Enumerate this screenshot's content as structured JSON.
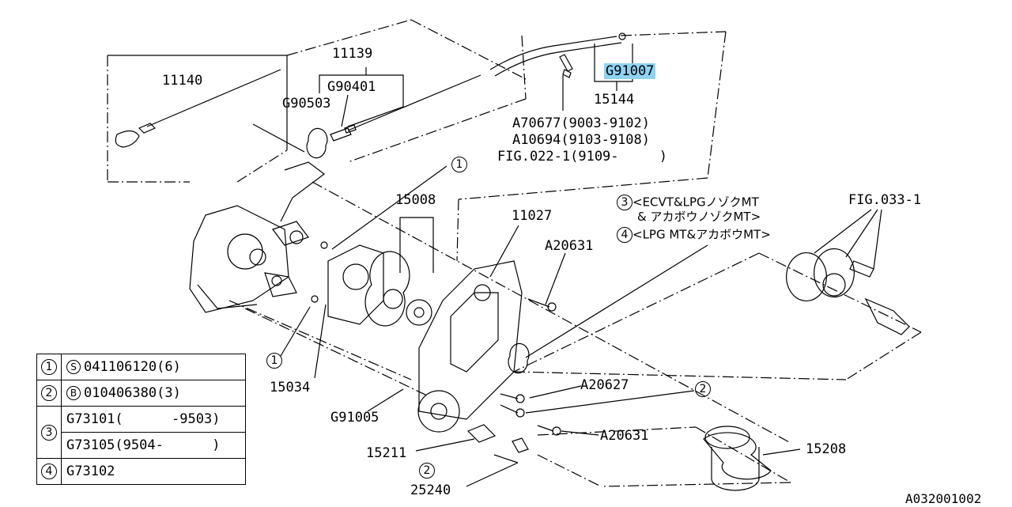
{
  "parts": {
    "p11140": "11140",
    "p11139": "11139",
    "pG90401": "G90401",
    "pG90503": "G90503",
    "pG91007": "G91007",
    "p15144": "15144",
    "pA70677": "A70677(9003-9102)",
    "pA10694": "A10694(9103-9108)",
    "pFIG022": "FIG.022-1(9109-     )",
    "p15008": "15008",
    "p11027": "11027",
    "pA20631a": "A20631",
    "pFIG033": "FIG.033-1",
    "p15034": "15034",
    "pG91005": "G91005",
    "p15211": "15211",
    "p25240": "25240",
    "pA20627": "A20627",
    "pA20631b": "A20631",
    "p15208": "15208",
    "code": "A032001002"
  },
  "callouts": {
    "c1": "1",
    "c2": "2",
    "c3": "3",
    "c4": "4"
  },
  "notes": {
    "n3_line1": "<ECVT&LPGノゾクMT",
    "n3_line2": "& アカボウノゾクMT>",
    "n4_line1": "<LPG MT&アカボウMT>"
  },
  "legend": {
    "r1_num": "1",
    "r1_sym": "S",
    "r1_text": "041106120(6)",
    "r2_num": "2",
    "r2_sym": "B",
    "r2_text": "010406380(3)",
    "r3_num": "3",
    "r3_text_a": "G73101(      -9503)",
    "r3_text_b": "G73105(9504-      )",
    "r4_num": "4",
    "r4_text": "G73102"
  },
  "highlight_color": "#8fd3f2"
}
